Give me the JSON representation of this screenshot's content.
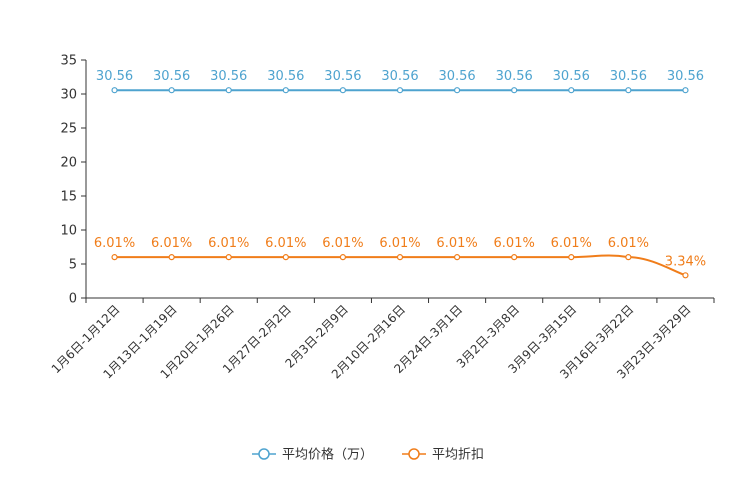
{
  "chart_data": {
    "type": "line",
    "categories": [
      "1月6日-1月12日",
      "1月13日-1月19日",
      "1月20日-1月26日",
      "1月27日-2月2日",
      "2月3日-2月9日",
      "2月10日-2月16日",
      "2月24日-3月1日",
      "3月2日-3月8日",
      "3月9日-3月15日",
      "3月16日-3月22日",
      "3月23日-3月29日"
    ],
    "series": [
      {
        "name": "平均价格（万）",
        "color": "#4ea3cf",
        "values": [
          30.56,
          30.56,
          30.56,
          30.56,
          30.56,
          30.56,
          30.56,
          30.56,
          30.56,
          30.56,
          30.56
        ],
        "labels": [
          "30.56",
          "30.56",
          "30.56",
          "30.56",
          "30.56",
          "30.56",
          "30.56",
          "30.56",
          "30.56",
          "30.56",
          "30.56"
        ]
      },
      {
        "name": "平均折扣",
        "color": "#f07d1a",
        "values": [
          6.01,
          6.01,
          6.01,
          6.01,
          6.01,
          6.01,
          6.01,
          6.01,
          6.01,
          6.01,
          3.34
        ],
        "labels": [
          "6.01%",
          "6.01%",
          "6.01%",
          "6.01%",
          "6.01%",
          "6.01%",
          "6.01%",
          "6.01%",
          "6.01%",
          "6.01%",
          "3.34%"
        ]
      }
    ],
    "yticks": [
      "0",
      "5",
      "10",
      "15",
      "20",
      "25",
      "30",
      "35"
    ],
    "ylim": [
      0,
      35
    ],
    "grid": false,
    "legend_position": "bottom-center"
  }
}
